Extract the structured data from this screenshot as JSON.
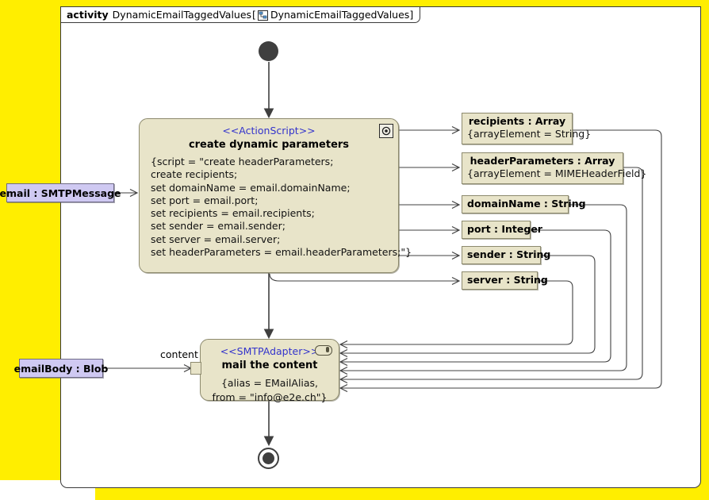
{
  "frame": {
    "keyword": "activity",
    "name": "DynamicEmailTaggedValues",
    "bracket_open": "[",
    "diagram_name": "DynamicEmailTaggedValues",
    "bracket_close": "]",
    "icon": "activity-diagram-icon"
  },
  "colors": {
    "canvas": "#ffee00",
    "frame": "#ffffff",
    "node_fill": "#e8e4c9",
    "node_border": "#8d8a6e",
    "object_fill": "#cfc9f2",
    "object_border": "#6f6b86",
    "stereotype_text": "#3333cc",
    "control_node": "#3f3f3f",
    "wire": "#404040"
  },
  "nodes": {
    "initial": {
      "name": "initial-node"
    },
    "final": {
      "name": "activity-final-node"
    },
    "action_script": {
      "stereotype": "<<ActionScript>>",
      "title": "create dynamic parameters",
      "body": "{script = \"create headerParameters;\ncreate recipients;\nset domainName = email.domainName;\nset port = email.port;\nset recipients = email.recipients;\nset sender = email.sender;\nset server = email.server;\nset headerParameters = email.headerParameters;\"}",
      "icon": "script-gear-icon"
    },
    "smtp_adapter": {
      "stereotype": "<<SMTPAdapter>>",
      "title": "mail the content",
      "body": "{alias = EMailAlias,\nfrom = \"info@e2e.ch\"}",
      "icon": "adapter-pill-icon"
    }
  },
  "inputs": [
    {
      "label": "email : SMTPMessage"
    },
    {
      "label": "emailBody : Blob"
    }
  ],
  "edge_labels": [
    {
      "label": "content"
    }
  ],
  "parameters": [
    {
      "name": "recipients : Array",
      "constraint": "{arrayElement = String}"
    },
    {
      "name": "headerParameters : Array",
      "constraint": "{arrayElement = MIMEHeaderField}"
    },
    {
      "name": "domainName : String",
      "constraint": ""
    },
    {
      "name": "port : Integer",
      "constraint": ""
    },
    {
      "name": "sender : String",
      "constraint": ""
    },
    {
      "name": "server : String",
      "constraint": ""
    }
  ]
}
